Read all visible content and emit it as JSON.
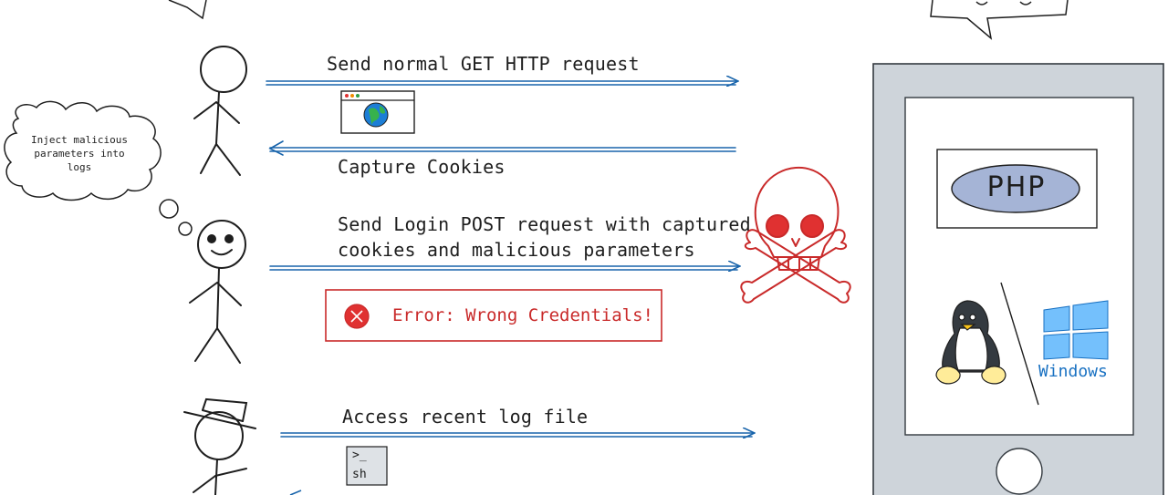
{
  "thought_bubble": {
    "text": "Inject malicious parameters into logs"
  },
  "steps": {
    "request_label": "Send normal GET HTTP request",
    "capture_label": "Capture Cookies",
    "login_label_line1": "Send Login POST request with captured",
    "login_label_line2": "cookies and malicious parameters",
    "log_label": "Access recent log file"
  },
  "error_box": {
    "text": "Error: Wrong Credentials!"
  },
  "server": {
    "php_label": "PHP",
    "windows_label": "Windows"
  },
  "terminal": {
    "prompt": ">_",
    "label": "sh"
  },
  "icons": [
    "browser-globe-icon",
    "skull-crossbones-icon",
    "error-x-icon",
    "linux-tux-icon",
    "windows-logo-icon",
    "terminal-icon"
  ],
  "colors": {
    "arrow_blue": "#1864ab",
    "danger_red": "#c92a2a",
    "server_gray": "#ced4da",
    "php_fill": "#a5b4d6",
    "windows_blue": "#4dabf7"
  }
}
